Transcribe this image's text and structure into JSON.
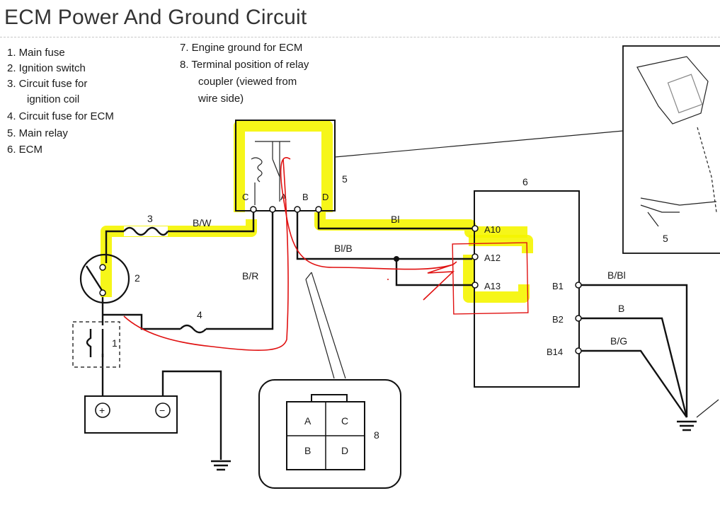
{
  "title": "ECM Power And Ground Circuit",
  "legend": {
    "item1": "1. Main fuse",
    "item2": "2. Ignition switch",
    "item3a": "3. Circuit fuse for",
    "item3b": "ignition coil",
    "item4": "4. Circuit fuse for ECM",
    "item5": "5. Main relay",
    "item6": "6. ECM",
    "item7": "7. Engine ground for ECM",
    "item8a": "8. Terminal position of relay",
    "item8b": "coupler (viewed from",
    "item8c": "wire side)"
  },
  "relay": {
    "number": "5",
    "terminals": {
      "c": "C",
      "a": "A",
      "b": "B",
      "d": "D"
    }
  },
  "ecm": {
    "number": "6",
    "pins": {
      "a10": "A10",
      "a12": "A12",
      "a13": "A13",
      "b1": "B1",
      "b2": "B2",
      "b14": "B14"
    }
  },
  "wires": {
    "bw": "B/W",
    "bl": "Bl",
    "blb": "Bl/B",
    "br": "B/R",
    "bbl": "B/Bl",
    "b": "B",
    "bg": "B/G"
  },
  "components": {
    "fuse3": "3",
    "fuse4": "4",
    "switch": "2",
    "mainfuse": "1",
    "coupler": "8",
    "inset_relay": "5"
  },
  "battery": {
    "plus": "+",
    "minus": "−"
  },
  "coupler": {
    "a": "A",
    "c": "C",
    "b": "B",
    "d": "D"
  },
  "colors": {
    "highlight": "#f5f500",
    "annotation": "#e01010",
    "ink": "#111111"
  }
}
